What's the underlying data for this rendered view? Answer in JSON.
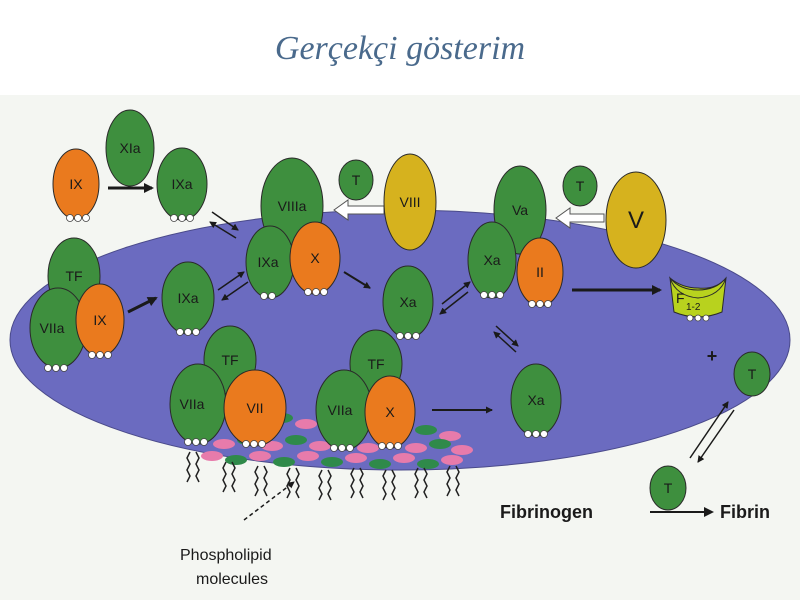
{
  "title": "Gerçekçi gösterim",
  "factors": {
    "xia": "XIa",
    "ix_top": "IX",
    "ixa_top": "IXa",
    "viiia": "VIIIa",
    "t_viii": "T",
    "viii": "VIII",
    "va": "Va",
    "t_v": "T",
    "v": "V",
    "tf_left": "TF",
    "viia_left": "VIIa",
    "ix_left": "IX",
    "ixa_mid": "IXa",
    "ixa_comp": "IXa",
    "x_comp": "X",
    "xa_mid": "Xa",
    "xa_comp": "Xa",
    "ii": "II",
    "f12_main": "F",
    "f12_sub": "1-2",
    "tf_low1": "TF",
    "viia_low1": "VIIa",
    "vii": "VII",
    "tf_low2": "TF",
    "viia_low2": "VIIa",
    "x_low2": "X",
    "xa_low": "Xa",
    "t_right": "T",
    "plus": "+",
    "t_bottom": "T"
  },
  "labels": {
    "fibrinogen": "Fibrinogen",
    "fibrin": "Fibrin",
    "phospholipid_line1": "Phospholipid",
    "phospholipid_line2": "molecules"
  },
  "colors": {
    "membrane": "#6b6bc0",
    "green_factor": "#3e8f3e",
    "orange_factor": "#ea7a1e",
    "yellow_factor": "#d6b21e",
    "f12": "#b8d21e",
    "title": "#4a6a8c"
  }
}
